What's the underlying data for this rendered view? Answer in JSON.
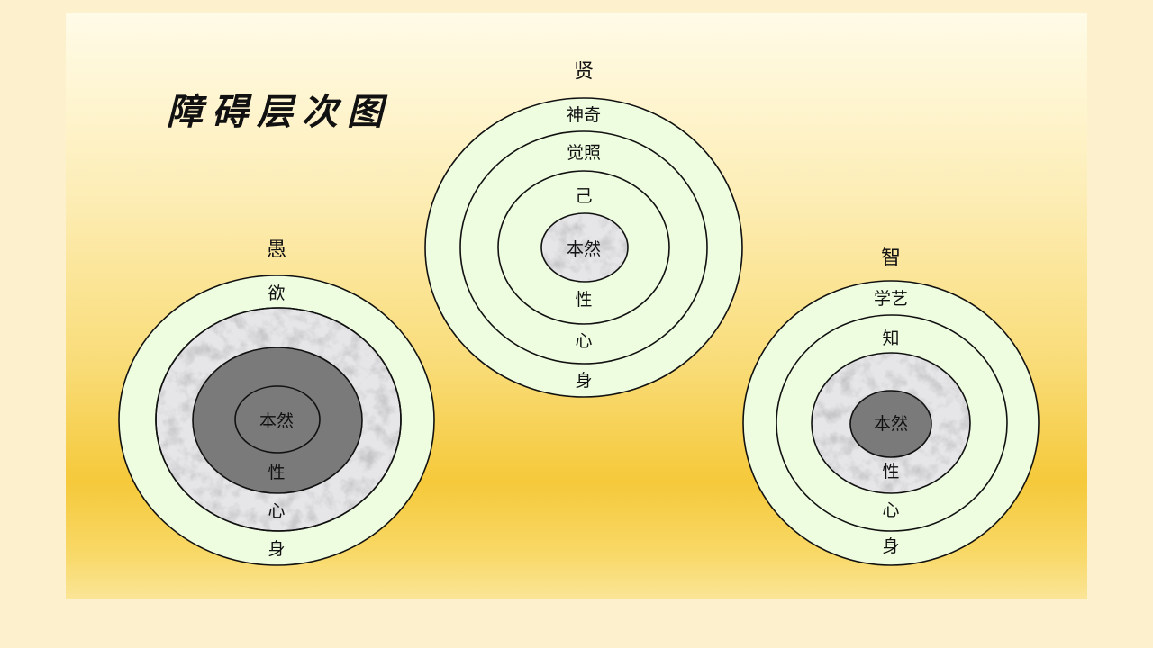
{
  "title": "障碍层次图",
  "diagrams": {
    "left": {
      "heading": "愚",
      "rings": [
        "欲",
        "心",
        "性",
        "本然"
      ],
      "bottom": "身"
    },
    "middle": {
      "heading": "贤",
      "rings": [
        "神奇",
        "觉照",
        "己",
        "本然",
        "性",
        "心"
      ],
      "bottom": "身"
    },
    "right": {
      "heading": "智",
      "rings": [
        "学艺",
        "知",
        "本然",
        "性",
        "心"
      ],
      "bottom": "身"
    }
  },
  "colors": {
    "light_ring": "#eefde0",
    "dark_core": "#7a7a7a",
    "outline": "#111111"
  }
}
